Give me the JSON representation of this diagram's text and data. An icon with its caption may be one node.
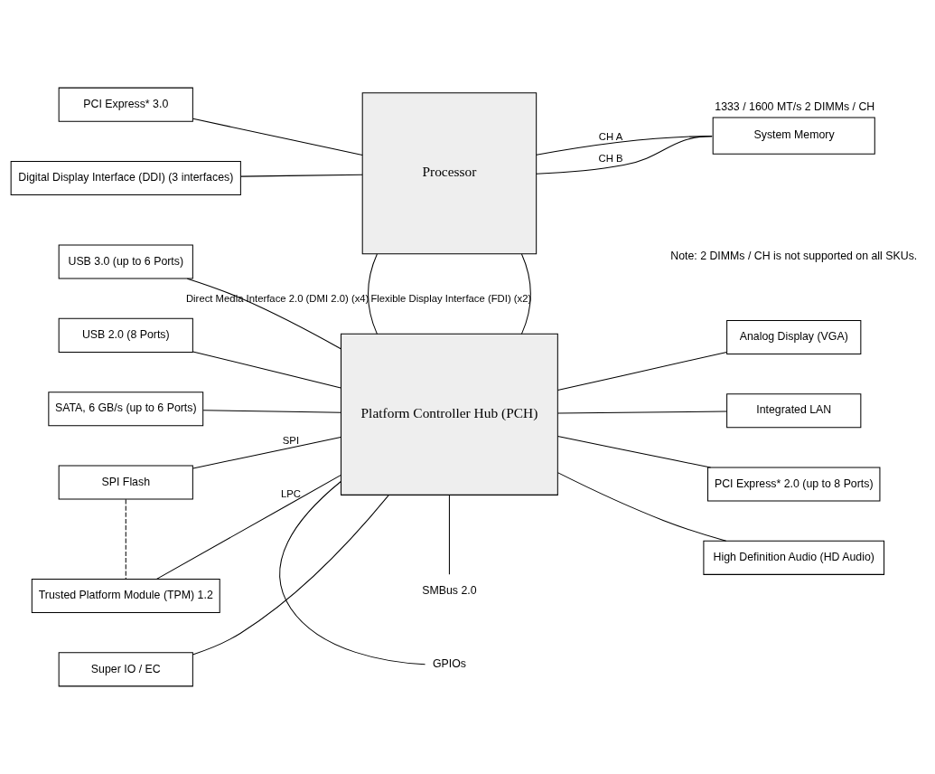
{
  "diagram": {
    "nodes": [
      {
        "text": [
          "PCI Express* 3.0"
        ]
      },
      {
        "text": [
          "Digital Display Interface (DDI) (3 interfaces)"
        ]
      },
      {
        "text": [
          "Processor"
        ]
      },
      {
        "text": [
          "System Memory"
        ],
        "beside": [
          "1333 / 1600 MT/s 2 DIMMs / CH"
        ]
      },
      {
        "text": [
          "USB 3.0 (up to 6 Ports)"
        ]
      },
      {
        "text": [
          "USB 2.0 (8 Ports)"
        ]
      },
      {
        "text": [
          "SATA, 6 GB/s (up to 6 Ports)"
        ]
      },
      {
        "text": [
          "SPI Flash"
        ]
      },
      {
        "text": [
          "Platform Controller Hub (PCH)"
        ]
      },
      {
        "text": [
          "Analog Display (VGA)"
        ]
      },
      {
        "text": [
          "Integrated LAN"
        ]
      },
      {
        "text": [
          "PCI Express* 2.0 (up to 8 Ports)"
        ]
      },
      {
        "text": [
          "High Definition Audio (HD Audio)"
        ]
      },
      {
        "text": [
          "Trusted Platform Module (TPM) 1.2"
        ]
      },
      {
        "text": [
          "Super IO / EC"
        ]
      },
      {
        "text": [
          "GPIOs"
        ]
      },
      {
        "text": [
          "SMBus 2.0"
        ]
      }
    ],
    "edges": [
      {
        "from": 0,
        "to": 2,
        "arrow": "none"
      },
      {
        "from": 1,
        "to": 2,
        "arrow": "none"
      },
      {
        "from": 2,
        "to": 3,
        "arrow": "none",
        "label": "CH A"
      },
      {
        "from": 2,
        "to": 3,
        "arrow": "none",
        "label": "CH B"
      },
      {
        "from": 2,
        "to": 8,
        "arrow": "none",
        "label": "Flexible Display Interface (FDI) (x2)"
      },
      {
        "from": 2,
        "to": 8,
        "arrow": "none",
        "label": "Direct Media Interface 2.0 (DMI 2.0) (x4)"
      },
      {
        "from": 4,
        "to": 8,
        "arrow": "none"
      },
      {
        "from": 5,
        "to": 8,
        "arrow": "none"
      },
      {
        "from": 6,
        "to": 8,
        "arrow": "none"
      },
      {
        "from": 7,
        "to": 8,
        "arrow": "none",
        "label": "SPI"
      },
      {
        "from": 7,
        "to": 13,
        "arrow": "none",
        "style": "dashed"
      },
      {
        "from": 8,
        "to": 9,
        "arrow": "none"
      },
      {
        "from": 8,
        "to": 10,
        "arrow": "none"
      },
      {
        "from": 8,
        "to": 11,
        "arrow": "none"
      },
      {
        "from": 8,
        "to": 12,
        "arrow": "none"
      },
      {
        "from": 8,
        "to": 13,
        "arrow": "none",
        "label": "LPC"
      },
      {
        "from": 8,
        "to": 14,
        "arrow": "none"
      },
      {
        "from": 8,
        "to": 15,
        "arrow": "none"
      },
      {
        "from": 8,
        "to": 16,
        "arrow": "none"
      }
    ],
    "labels": [
      "Note: 2 DIMMs / CH is not supported on all SKUs."
    ]
  }
}
